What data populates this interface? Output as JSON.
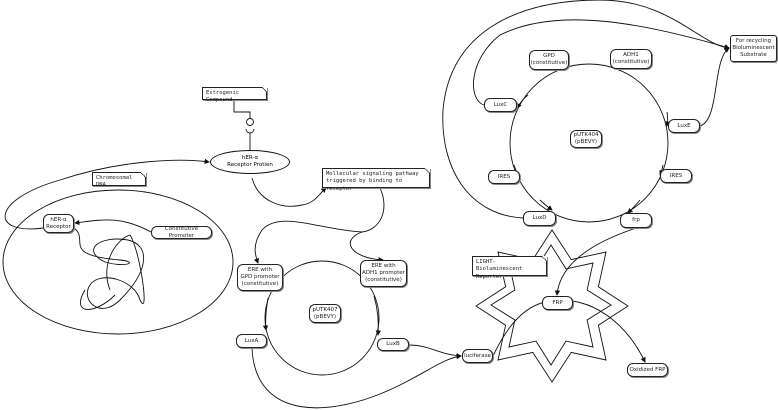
{
  "notes": {
    "estrogenic": "Estrogenic Compound",
    "chromosomal": "Chromosomal DNA",
    "signaling": "Mollecular signaling pathway\ntriggered by binding to receptor",
    "light": "LIGHT-\nBioluminescent Reporter"
  },
  "nodes": {
    "her_protein": "hER-α\nReceptor Protien",
    "her_receptor": "hER-α\nReceptor",
    "constitutive_promoter": "Constitutive Promoter",
    "ere_gpd": "ERE with\nGPD promoter\n(constitutive)",
    "ere_adh1": "ERE with\nADH1 promoter\n(constitutive)",
    "putk407": "pUTK407\n(pBEVY)",
    "luxa": "LuxA",
    "luxb": "LuxB",
    "luciferase": "luciferase",
    "frp_upper": "FRP",
    "oxidized_frp": "Oxidized FRP",
    "putk404": "pUTK404\n(pBEVY)",
    "gpd": "GPD\n(constitutive)",
    "adh1": "ADH1\n(constitutive)",
    "luxc": "LuxC",
    "luxd": "LuxD",
    "luxe": "LuxE",
    "ires_left": "IRES",
    "ires_right": "IRES",
    "frp": "frp",
    "recycling": "For recycling\nBioluminescent\nSubstrate"
  }
}
